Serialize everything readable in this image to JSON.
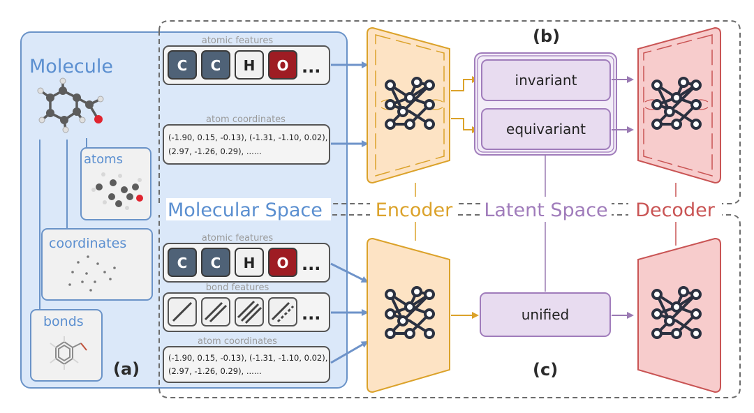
{
  "panel_a": {
    "title": "Molecule",
    "space_label": "Molecular Space",
    "tag": "(a)",
    "atoms_label": "atoms",
    "coordinates_label": "coordinates",
    "bonds_label": "bonds"
  },
  "panel_b": {
    "tag": "(b)",
    "atomic_features_label": "atomic features",
    "atom_tokens": [
      "C",
      "C",
      "H",
      "O",
      "..."
    ],
    "atom_coordinates_label": "atom coordinates",
    "coords_line1": "(-1.90, 0.15, -0.13), (-1.31, -1.10, 0.02),",
    "coords_line2": "(2.97, -1.26, 0.29), ......",
    "invariant_label": "invariant",
    "equivariant_label": "equivariant"
  },
  "panel_c": {
    "tag": "(c)",
    "atomic_features_label": "atomic features",
    "atom_tokens": [
      "C",
      "C",
      "H",
      "O",
      "..."
    ],
    "bond_features_label": "bond features",
    "bond_more": "...",
    "atom_coordinates_label": "atom coordinates",
    "coords_line1": "(-1.90, 0.15, -0.13), (-1.31, -1.10, 0.02),",
    "coords_line2": "(2.97, -1.26, 0.29), ......",
    "unified_label": "unified"
  },
  "labels": {
    "encoder": "Encoder",
    "latent_space": "Latent Space",
    "decoder": "Decoder"
  },
  "colors": {
    "molecule_panel": "#dbe8f9",
    "molecule_border": "#6a93c8",
    "molecule_text": "#5b8fd0",
    "encoder_fill": "#fde3c4",
    "encoder_border": "#dba22a",
    "latent_fill": "#e8dcf0",
    "latent_border": "#a07cbb",
    "decoder_fill": "#f7cccc",
    "decoder_border": "#c95454",
    "token_dark": "#4f6277",
    "token_red": "#9e1c23",
    "arrow_blue": "#6e93c9"
  }
}
